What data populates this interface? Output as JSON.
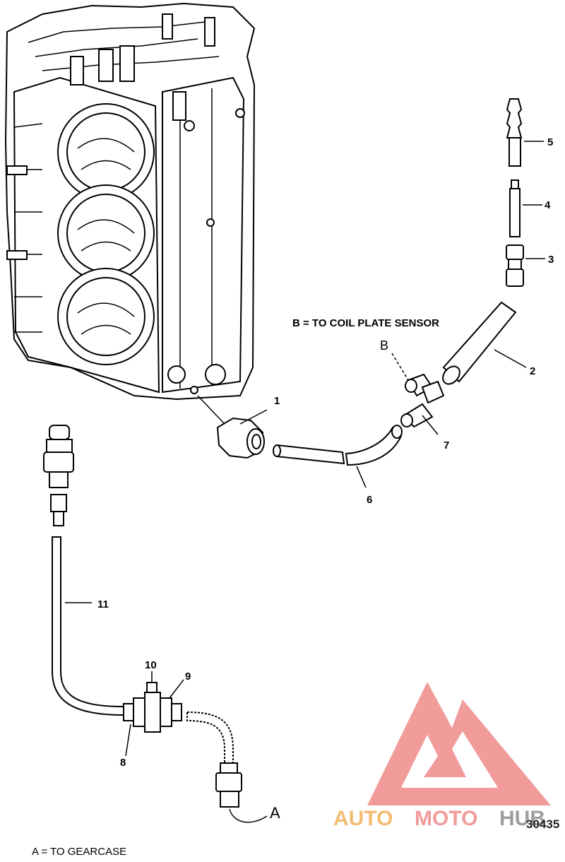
{
  "labels": {
    "b_note": "B = TO COIL PLATE SENSOR",
    "a_note": "A = TO GEARCASE",
    "letter_a": "A",
    "letter_b": "B",
    "figure_number": "30435"
  },
  "callouts": [
    "1",
    "2",
    "3",
    "4",
    "5",
    "6",
    "7",
    "8",
    "9",
    "10",
    "11"
  ],
  "watermark": {
    "text_auto": "AUTO",
    "text_moto": "MOTO",
    "text_hub": "HUB",
    "color_primary": "#f08a8a",
    "color_accent": "#f2b15a",
    "color_hub": "#8c8c8c"
  }
}
